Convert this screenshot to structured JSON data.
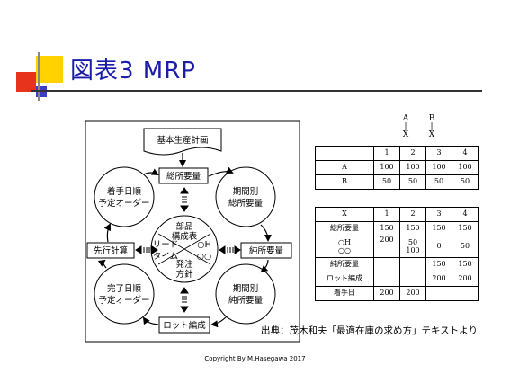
{
  "slide": {
    "title": "図表3 MRP",
    "source": "出典：茂木和夫「最適在庫の求め方」テキストより",
    "copyright": "Copyright By M.Hasegawa 2017",
    "accent_colors": {
      "yellow": "#ffd200",
      "red": "#e8331c",
      "blue": "#3c3cc8",
      "title": "#1c1cab"
    }
  },
  "diagram": {
    "top_doc": "基本生産計画",
    "boxes": {
      "total_req": "総所要量",
      "net_req": "純所要量",
      "lot": "ロット編成",
      "advance": "先行計算"
    },
    "circles": {
      "period_total": [
        "期間別",
        "総所要量"
      ],
      "period_net": [
        "期間別",
        "純所要量"
      ],
      "completion": [
        "完了日順",
        "予定オーダー"
      ],
      "start": [
        "着手日順",
        "予定オーダー"
      ]
    },
    "center": {
      "bom": [
        "部品",
        "構成表"
      ],
      "lead_time": [
        "リード",
        "タイム"
      ],
      "oh": [
        "○H",
        "○○"
      ],
      "order": [
        "発注",
        "方針"
      ]
    }
  },
  "bom_header": {
    "a": [
      "A",
      "|",
      "X"
    ],
    "b": [
      "B",
      "|",
      "X"
    ]
  },
  "table1": {
    "columns": [
      "",
      "1",
      "2",
      "3",
      "4"
    ],
    "rows": [
      [
        "A",
        "100",
        "100",
        "100",
        "100"
      ],
      [
        "B",
        "50",
        "50",
        "50",
        "50"
      ]
    ]
  },
  "table2": {
    "columns": [
      "X",
      "1",
      "2",
      "3",
      "4"
    ],
    "rows": [
      [
        "総所要量",
        "150",
        "150",
        "150",
        "150"
      ],
      [
        "○H\n○○",
        "200",
        "50\n100",
        "0",
        "50"
      ],
      [
        "純所要量",
        "",
        "",
        "150",
        "150"
      ],
      [
        "ロット編成",
        "",
        "",
        "200",
        "200"
      ],
      [
        "着手日",
        "200",
        "200",
        "",
        ""
      ]
    ]
  }
}
